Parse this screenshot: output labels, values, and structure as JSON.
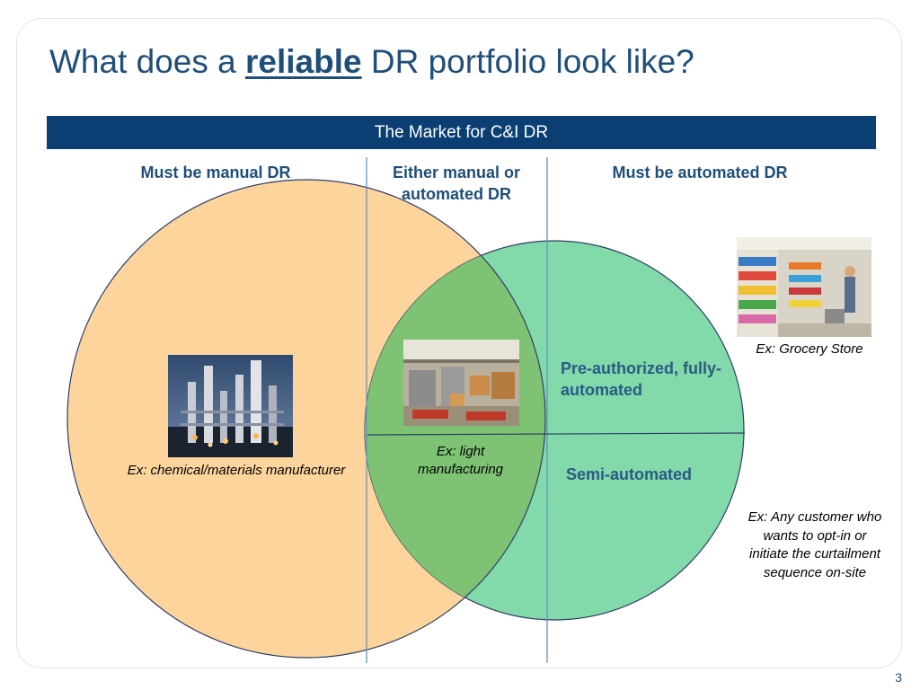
{
  "slide": {
    "title_before": "What does a ",
    "title_emphasis": "reliable",
    "title_after": " DR portfolio look like?",
    "banner": "The Market for C&I DR",
    "columns": {
      "manual": "Must be manual DR",
      "either": "Either manual or automated DR",
      "automated": "Must be automated DR"
    },
    "examples": {
      "chemical": "Ex: chemical/materials manufacturer",
      "light": "Ex: light manufacturing",
      "grocery": "Ex: Grocery Store",
      "any_customer": "Ex: Any customer who wants to opt-in or initiate the curtailment sequence on-site"
    },
    "modes": {
      "pre_authorized": "Pre-authorized, fully-automated",
      "semi": "Semi-automated"
    },
    "page_number": "3"
  },
  "colors": {
    "title": "#1f4e79",
    "banner_bg": "#0b3f73",
    "manual_circle": "#fdd59c",
    "automated_circle": "#82d9aa",
    "overlap": "#7ec374",
    "divider": "#6a8fc4"
  }
}
